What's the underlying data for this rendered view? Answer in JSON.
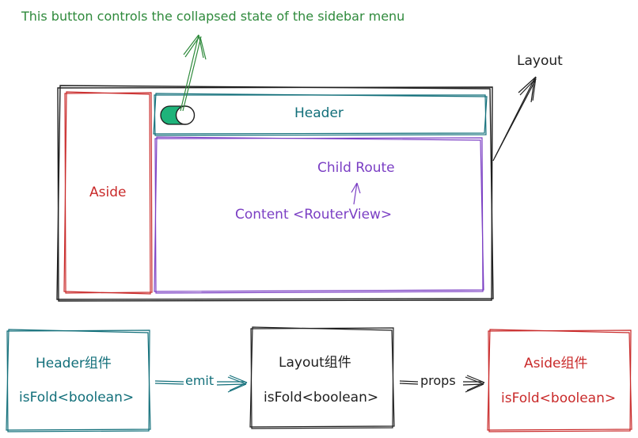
{
  "annotation": {
    "toggle_note": "This button controls the collapsed state of the sidebar menu",
    "layout_label": "Layout"
  },
  "layout_mock": {
    "aside_label": "Aside",
    "header_label": "Header",
    "child_route_label": "Child Route",
    "content_label": "Content <RouterView>"
  },
  "flow": {
    "header_box": {
      "title": "Header组件",
      "prop": "isFold<boolean>"
    },
    "layout_box": {
      "title": "Layout组件",
      "prop": "isFold<boolean>"
    },
    "aside_box": {
      "title": "Aside组件",
      "prop": "isFold<boolean>"
    },
    "emit_label": "emit",
    "props_label": "props"
  },
  "colors": {
    "green": "#2f8a3c",
    "teal": "#126f7a",
    "red": "#c92a2a",
    "purple": "#7b3fc4",
    "black": "#1e1e1e",
    "toggle_fill": "#1eb37a"
  }
}
